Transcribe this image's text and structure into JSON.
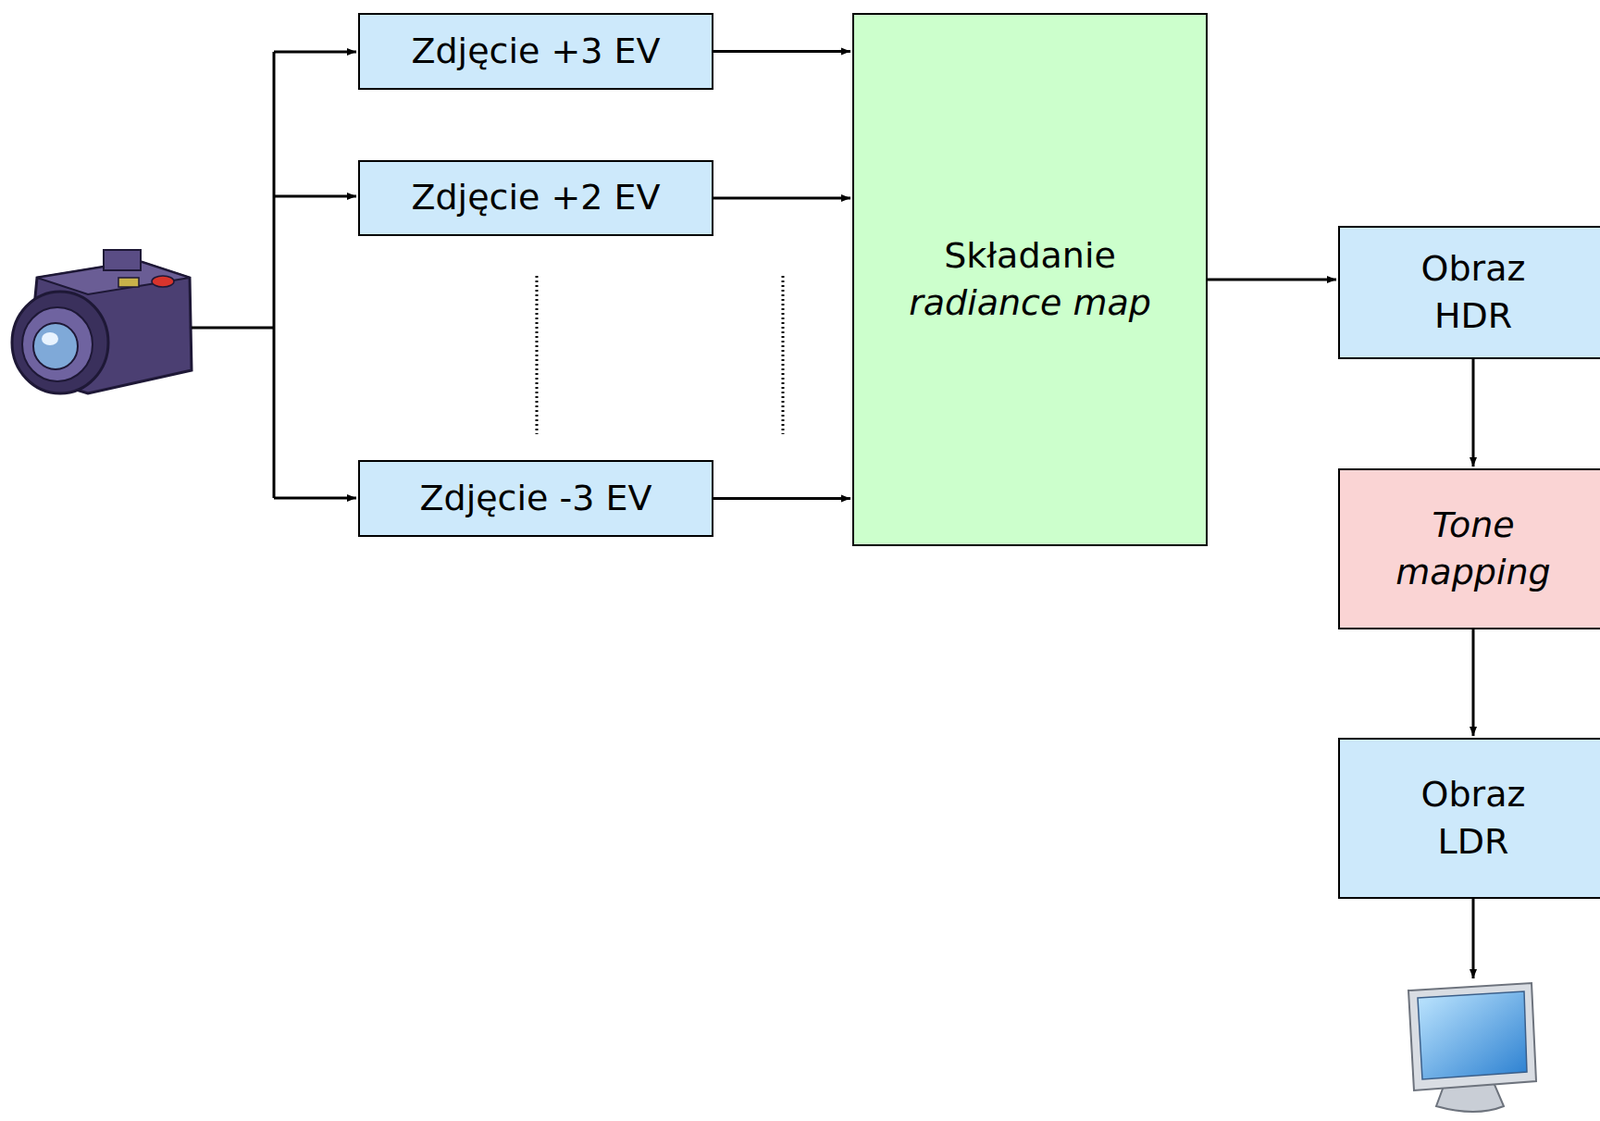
{
  "diagram": {
    "nodes": [
      {
        "text": [
          "Zdjęcie +3 EV"
        ]
      },
      {
        "text": [
          "Zdjęcie +2 EV"
        ]
      },
      {
        "text": [
          "Zdjęcie -3 EV"
        ]
      },
      {
        "text": [
          "Składanie",
          "radiance map"
        ]
      },
      {
        "text": [
          "Obraz HDR"
        ]
      },
      {
        "text": [
          "Tone mapping"
        ]
      },
      {
        "text": [
          "Obraz LDR"
        ]
      }
    ],
    "edges": [
      {
        "from": 0,
        "to": 3,
        "arrow": "to"
      },
      {
        "from": 1,
        "to": 3,
        "arrow": "to"
      },
      {
        "from": 2,
        "to": 3,
        "arrow": "to"
      },
      {
        "from": 3,
        "to": 4,
        "arrow": "to"
      },
      {
        "from": 4,
        "to": 5,
        "arrow": "to"
      },
      {
        "from": 5,
        "to": 6,
        "arrow": "to"
      }
    ]
  }
}
